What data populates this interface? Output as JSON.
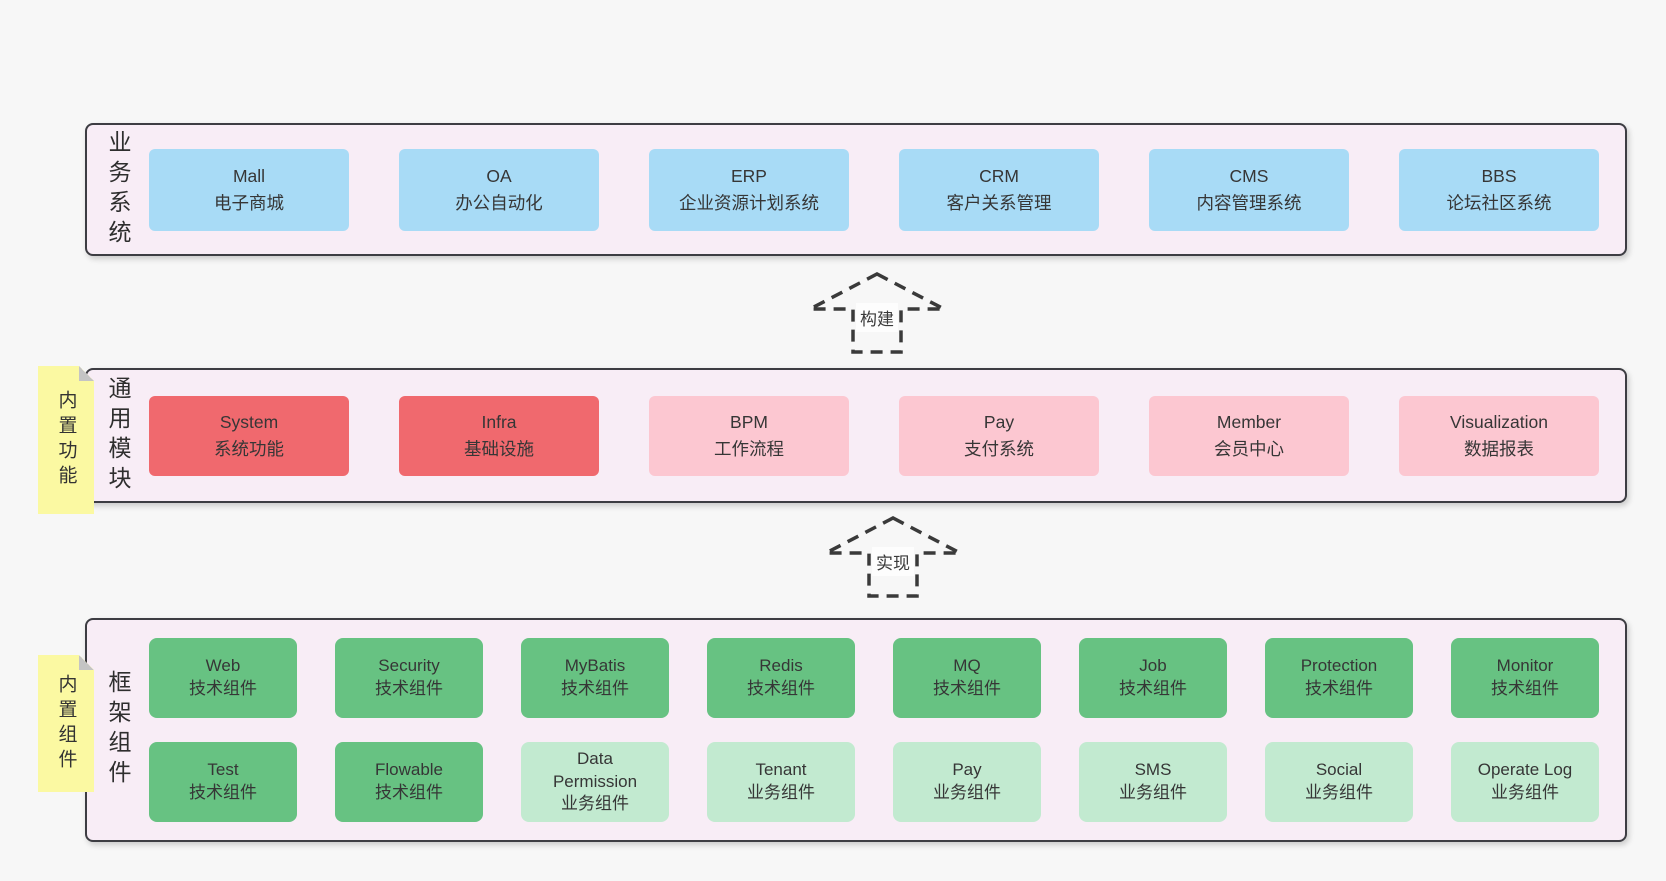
{
  "colors": {
    "page_bg": "#f7f7f7",
    "layer_bg": "#f8edf6",
    "layer_border": "#3d3d43",
    "blue_box": "#a8dbf6",
    "red_box": "#f0696e",
    "pink_box": "#fcc7d1",
    "green_box": "#67c282",
    "green_light_box": "#c2ead0",
    "sticky_bg": "#fbf9a2",
    "arrow_dash": "#3a3a3a"
  },
  "arrows": {
    "build": "构建",
    "implement": "实现"
  },
  "layers": {
    "business": {
      "label": "业务系统",
      "items": [
        {
          "name": "Mall",
          "desc": "电子商城"
        },
        {
          "name": "OA",
          "desc": "办公自动化"
        },
        {
          "name": "ERP",
          "desc": "企业资源计划系统"
        },
        {
          "name": "CRM",
          "desc": "客户关系管理"
        },
        {
          "name": "CMS",
          "desc": "内容管理系统"
        },
        {
          "name": "BBS",
          "desc": "论坛社区系统"
        }
      ]
    },
    "common": {
      "sticky": "内置功能",
      "label": "通用模块",
      "items": [
        {
          "name": "System",
          "desc": "系统功能"
        },
        {
          "name": "Infra",
          "desc": "基础设施"
        },
        {
          "name": "BPM",
          "desc": "工作流程"
        },
        {
          "name": "Pay",
          "desc": "支付系统"
        },
        {
          "name": "Member",
          "desc": "会员中心"
        },
        {
          "name": "Visualization",
          "desc": "数据报表"
        }
      ]
    },
    "framework": {
      "sticky": "内置组件",
      "label": "框架组件",
      "row1": [
        {
          "name": "Web",
          "desc": "技术组件"
        },
        {
          "name": "Security",
          "desc": "技术组件"
        },
        {
          "name": "MyBatis",
          "desc": "技术组件"
        },
        {
          "name": "Redis",
          "desc": "技术组件"
        },
        {
          "name": "MQ",
          "desc": "技术组件"
        },
        {
          "name": "Job",
          "desc": "技术组件"
        },
        {
          "name": "Protection",
          "desc": "技术组件"
        },
        {
          "name": "Monitor",
          "desc": "技术组件"
        }
      ],
      "row2": [
        {
          "name": "Test",
          "desc": "技术组件"
        },
        {
          "name": "Flowable",
          "desc": "技术组件"
        },
        {
          "name": "Data Permission",
          "desc": "业务组件"
        },
        {
          "name": "Tenant",
          "desc": "业务组件"
        },
        {
          "name": "Pay",
          "desc": "业务组件"
        },
        {
          "name": "SMS",
          "desc": "业务组件"
        },
        {
          "name": "Social",
          "desc": "业务组件"
        },
        {
          "name": "Operate Log",
          "desc": "业务组件"
        }
      ]
    }
  }
}
